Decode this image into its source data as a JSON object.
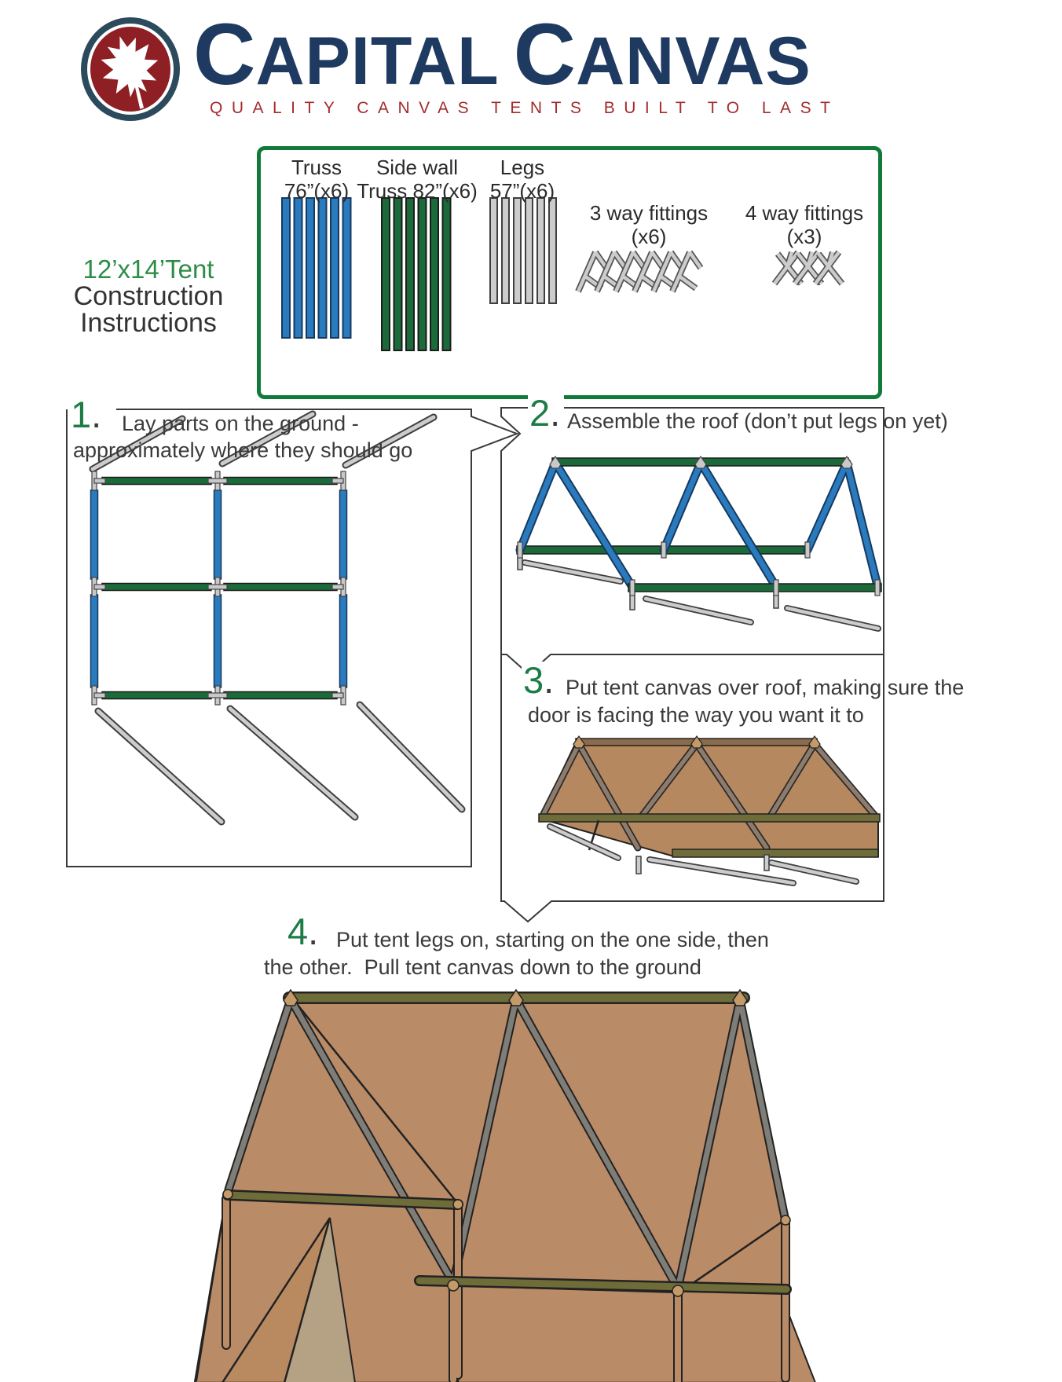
{
  "header": {
    "logo_icon": "maple-leaf-icon",
    "logo_ring_color": "#2b4a5c",
    "logo_circle_color": "#8e1f24",
    "brand_words": [
      {
        "initial": "C",
        "rest": "APITAL"
      },
      {
        "initial": "C",
        "rest": "ANVAS"
      }
    ],
    "brand_color": "#1f3a60",
    "tagline": "QUALITY CANVAS TENTS BUILT TO LAST",
    "tagline_color": "#a32c2e"
  },
  "title": {
    "line1": "12’x14’Tent",
    "line2": "Construction",
    "line3": "Instructions",
    "line1_color": "#2f8c47"
  },
  "parts_box": {
    "border_color": "#117a38",
    "parts": [
      {
        "id": "truss",
        "line1": "Truss",
        "line2": "76”(x6)",
        "color": "#2a7abe",
        "count": 6
      },
      {
        "id": "side-wall-truss",
        "line1": "Side wall",
        "line2": "Truss 82”(x6)",
        "color": "#1a6b39",
        "count": 6
      },
      {
        "id": "legs",
        "line1": "Legs",
        "line2": "57”(x6)",
        "color": "#cccccc",
        "count": 6
      },
      {
        "id": "three-way-fittings",
        "line1": "3 way fittings",
        "line2": "(x6)",
        "count": 6
      },
      {
        "id": "four-way-fittings",
        "line1": "4 way fittings",
        "line2": "(x3)",
        "count": 3
      }
    ]
  },
  "steps": [
    {
      "number": "1",
      "dot": ".",
      "line1": "Lay parts on the ground -",
      "line2": "approximately where they should go"
    },
    {
      "number": "2",
      "dot": ".",
      "line1": "Assemble the roof (don’t put legs on yet)",
      "line2": ""
    },
    {
      "number": "3",
      "dot": ".",
      "line1": "Put tent canvas over roof, making sure the",
      "line2": "door is facing the way you want it to"
    },
    {
      "number": "4",
      "dot": ".",
      "line1": "Put tent legs on, starting on the one side, then",
      "line2": "the other.  Pull tent canvas down to the ground"
    }
  ],
  "diagram_colors": {
    "truss_blue": "#2a7abe",
    "rail_green": "#1a6b39",
    "leg_gray": "#cccccc",
    "canvas_brown": "#ba8b67",
    "olive_rail": "#6e6c38",
    "step_number_green": "#1e7c46",
    "outline_dark": "#3a3a3a"
  }
}
